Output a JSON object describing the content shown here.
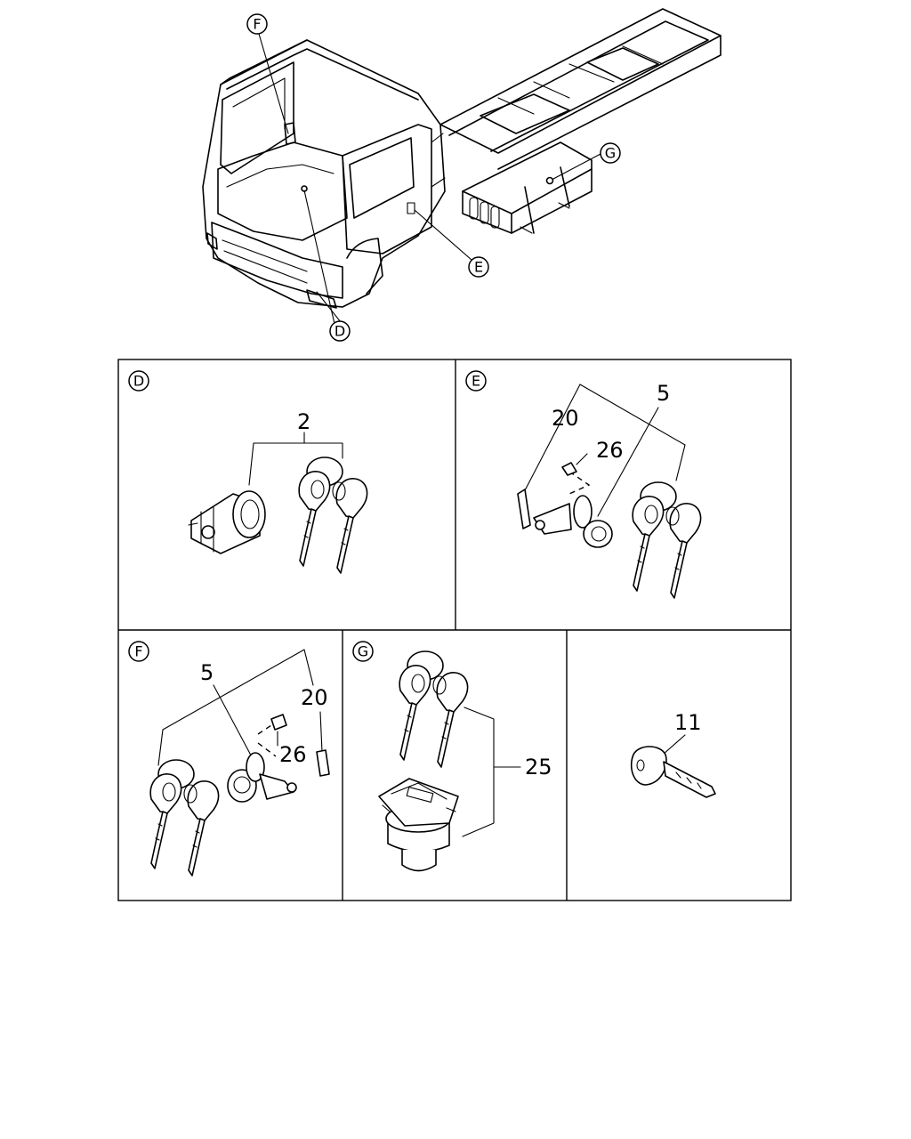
{
  "callouts": {
    "F": "F",
    "G": "G",
    "E": "E",
    "D": "D"
  },
  "panels": {
    "d": {
      "label": "D",
      "part": "2"
    },
    "e": {
      "label": "E",
      "parts": [
        "20",
        "26",
        "5"
      ]
    },
    "f": {
      "label": "F",
      "parts": [
        "5",
        "20",
        "26"
      ]
    },
    "g": {
      "label": "G",
      "part": "25"
    },
    "key": {
      "part": "11"
    }
  }
}
